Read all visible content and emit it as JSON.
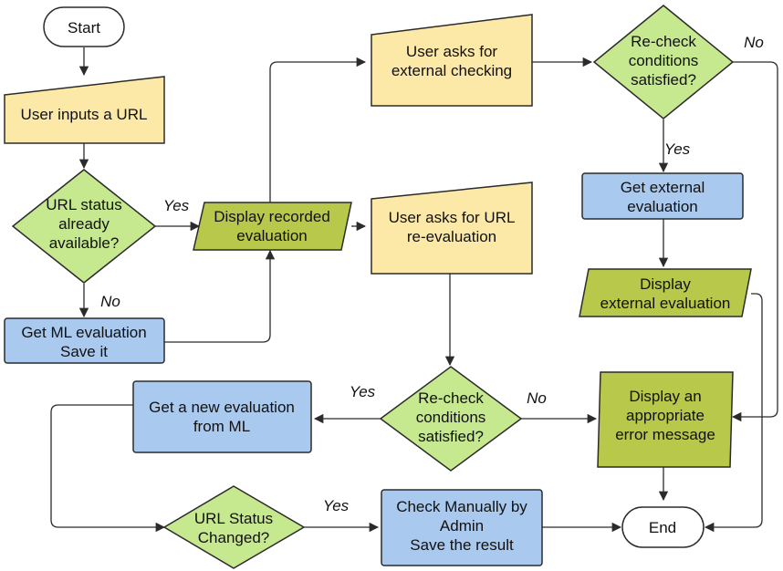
{
  "nodes": {
    "start": {
      "text": [
        "Start"
      ]
    },
    "input_url": {
      "text": [
        "User inputs a URL"
      ]
    },
    "url_status_available": {
      "text": [
        "URL status",
        "already",
        "available?"
      ]
    },
    "get_ml_eval": {
      "text": [
        "Get ML evaluation",
        "Save it"
      ]
    },
    "display_recorded": {
      "text": [
        "Display recorded",
        "evaluation"
      ]
    },
    "ask_external": {
      "text": [
        "User asks for",
        "external checking"
      ]
    },
    "ask_reeval": {
      "text": [
        "User asks for URL",
        "re-evaluation"
      ]
    },
    "recheck_top": {
      "text": [
        "Re-check",
        "conditions",
        "satisfied?"
      ]
    },
    "get_external": {
      "text": [
        "Get external",
        "evaluation"
      ]
    },
    "display_external": {
      "text": [
        "Display",
        "external evaluation"
      ]
    },
    "recheck_mid": {
      "text": [
        "Re-check",
        "conditions",
        "satisfied?"
      ]
    },
    "get_new_ml": {
      "text": [
        "Get a new evaluation",
        "from ML"
      ]
    },
    "display_error": {
      "text": [
        "Display an",
        "appropriate",
        "error message"
      ]
    },
    "status_changed": {
      "text": [
        "URL Status",
        "Changed?"
      ]
    },
    "check_manual": {
      "text": [
        "Check Manually by",
        "Admin",
        "Save the result"
      ]
    },
    "end": {
      "text": [
        "End"
      ]
    }
  },
  "edge_labels": {
    "yes_status": "Yes",
    "no_status": "No",
    "no_top": "No",
    "yes_top": "Yes",
    "yes_mid": "Yes",
    "no_mid": "No",
    "yes_changed": "Yes"
  },
  "colors": {
    "yellow": "#fde9a7",
    "green": "#c6e88f",
    "olive": "#b7c84a",
    "blue": "#a9c9ee"
  }
}
